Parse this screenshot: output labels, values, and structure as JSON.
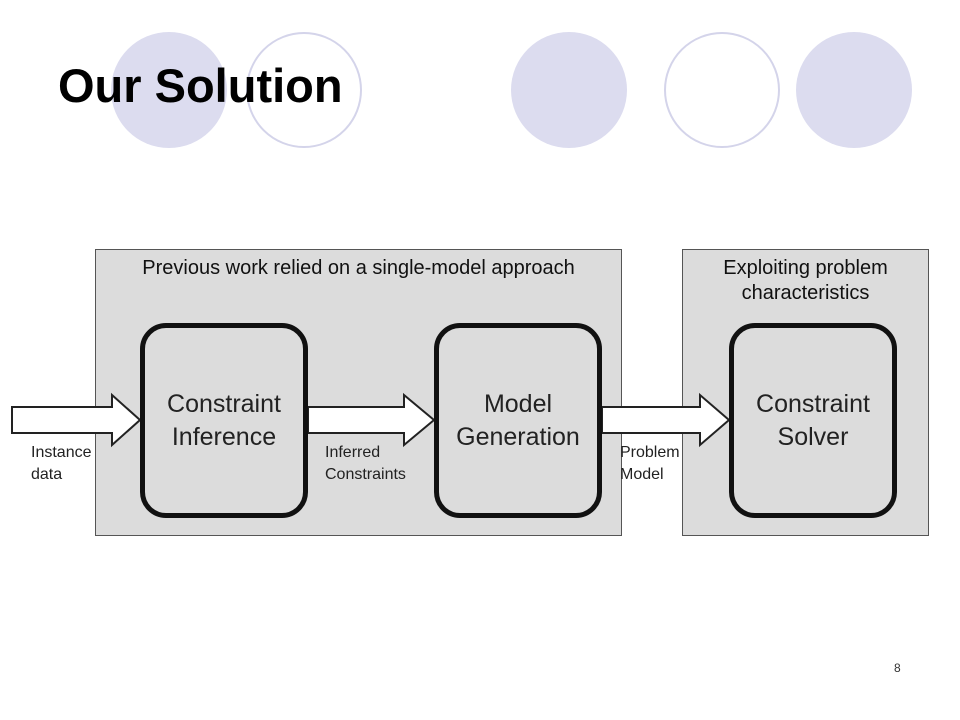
{
  "slide": {
    "title": "Our Solution",
    "page_number": "8"
  },
  "panels": {
    "previous_work": "Previous work relied on a single-model approach",
    "exploiting": {
      "line1": "Exploiting problem",
      "line2": "characteristics"
    }
  },
  "nodes": {
    "constraint_inference": {
      "line1": "Constraint",
      "line2": "Inference"
    },
    "model_generation": {
      "line1": "Model",
      "line2": "Generation"
    },
    "constraint_solver": {
      "line1": "Constraint",
      "line2": "Solver"
    }
  },
  "edges": {
    "instance_data": {
      "line1": "Instance",
      "line2": "data"
    },
    "inferred_constraints": {
      "line1": "Inferred",
      "line2": "Constraints"
    },
    "problem_model": {
      "line1": "Problem",
      "line2": "Model"
    }
  }
}
